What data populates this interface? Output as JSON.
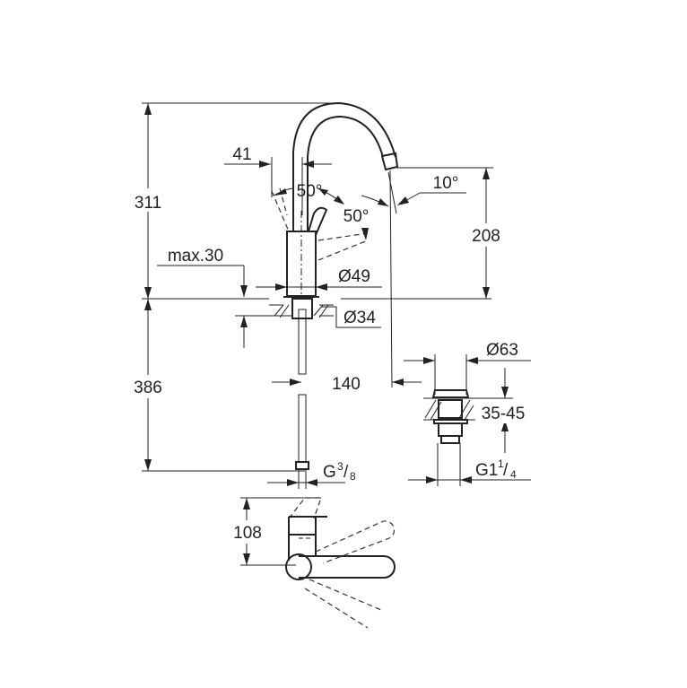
{
  "drawing": {
    "dim_total_height": "311",
    "dim_below_counter": "386",
    "dim_spout_width": "41",
    "dim_angle_left": "50°",
    "dim_angle_right": "50°",
    "dim_spout_tilt": "10°",
    "dim_spout_outlet_height": "208",
    "dim_max_thickness": "max.30",
    "dim_body_diameter": "Ø49",
    "dim_hole_diameter": "Ø34",
    "dim_projection": "140",
    "dim_waste_diameter": "Ø63",
    "dim_waste_thickness": "35-45",
    "dim_hose_thread": "G",
    "dim_hose_thread_num": "3",
    "dim_hose_thread_den": "8",
    "dim_waste_thread": "G1",
    "dim_waste_thread_num": "1",
    "dim_waste_thread_den": "4",
    "dim_plan_depth": "108"
  }
}
